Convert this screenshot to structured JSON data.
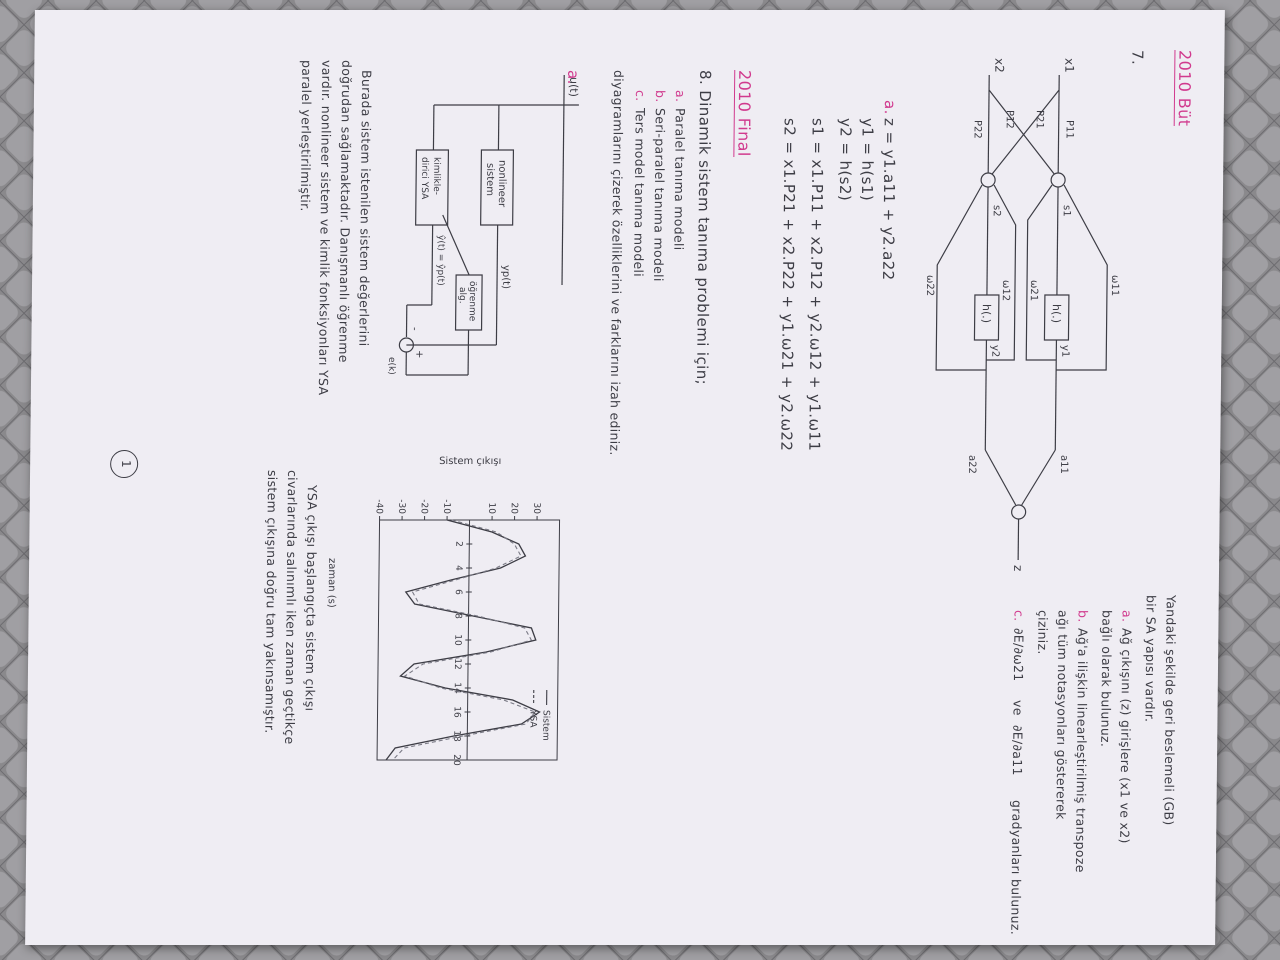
{
  "section1": {
    "title": "2010 Büt",
    "number": "7.",
    "intro": [
      "Yandaki şekilde geri beslemeli (GB)",
      "bir SA yapısı vardır."
    ],
    "qa": {
      "label": "a.",
      "text": [
        "Ağ çıkışını (z) girişlere (x1 ve x2)",
        "bağlı olarak bulunuz."
      ]
    },
    "qb": {
      "label": "b.",
      "text": [
        "Ağ'a ilişkin linearleştirilmiş transpoze",
        "ağı tüm notasyonları göstererek",
        "çiziniz."
      ]
    },
    "qc": {
      "label": "c.",
      "expr1": "∂E/∂ω21",
      "mid": "ve",
      "expr2": "∂E/∂a11",
      "tail": "gradyanları bulunuz."
    },
    "answer_a": {
      "label": "a.",
      "eq1": "z = y1.a11 + y2.a22",
      "eq2": "y1 = h(s1)",
      "eq3": "y2 = h(s2)",
      "eq4": "s1 = x1.P11 + x2.P12 + y2.ω12 + y1.ω11",
      "eq5": "s2 = x1.P21 + x2.P22 + y1.ω21 + y2.ω22"
    },
    "diagram": {
      "x1": "x1",
      "x2": "x2",
      "p11": "P11",
      "p12": "P12",
      "p21": "P21",
      "p22": "P22",
      "s1": "s1",
      "s2": "s2",
      "h1": "h(.)",
      "h2": "h(.)",
      "y1": "y1",
      "y2": "y2",
      "w11": "ω11",
      "w12": "ω12",
      "w21": "ω21",
      "w22": "ω22",
      "a11": "a11",
      "a22": "a22",
      "z": "z"
    }
  },
  "section2": {
    "title": "2010 Final",
    "question": "8. Dinamik sistem tanıma problemi için;",
    "items": [
      {
        "label": "a.",
        "text": "Paralel tanıma modeli"
      },
      {
        "label": "b.",
        "text": "Seri-paralel tanıma modeli"
      },
      {
        "label": "c.",
        "text": "Ters model tanıma modeli"
      }
    ],
    "tail": "diyagramlarını çizerek özelliklerini ve farklarını izah ediniz.",
    "answer_label": "a.",
    "block": {
      "input": "u(t)",
      "plant": [
        "nonlineer",
        "sistem"
      ],
      "plant_out": "yp(t)",
      "model": [
        "kimlikle-",
        "dirici YSA"
      ],
      "model_out": "ŷ(t) = ŷp(t)",
      "learn": [
        "öğrenme",
        "alg."
      ],
      "err": "e(k)",
      "minus": "-",
      "plus": "+"
    },
    "explanation": [
      "Burada sistem istenilen sistem değerlerini",
      "doğrudan sağlamaktadır. Danışmanlı öğrenme",
      "vardır. nonlineer sistem ve kimlik fonksiyonları YSA",
      "paralel yerleştirilmiştir."
    ]
  },
  "chart_data": {
    "type": "line",
    "title": "",
    "xlabel": "zaman (s)",
    "ylabel": "Sistem çıkışı",
    "xlim": [
      0,
      20
    ],
    "ylim": [
      -40,
      40
    ],
    "x_ticks": [
      2,
      4,
      6,
      8,
      10,
      12,
      14,
      16,
      18,
      20
    ],
    "y_ticks": [
      -40,
      -30,
      -20,
      -10,
      10,
      20,
      30
    ],
    "series": [
      {
        "name": "Sistem",
        "style": "solid",
        "x": [
          0,
          1,
          2,
          3,
          4,
          5,
          6,
          7,
          8,
          9,
          10,
          11,
          12,
          13,
          14,
          15,
          16,
          17,
          18,
          19,
          20
        ],
        "y": [
          -10,
          10,
          22,
          25,
          14,
          -8,
          -28,
          -24,
          2,
          28,
          30,
          8,
          -24,
          -30,
          -10,
          20,
          32,
          24,
          -6,
          -32,
          -36
        ]
      },
      {
        "name": "YSA",
        "style": "dashed",
        "x": [
          0,
          1,
          2,
          3,
          4,
          5,
          6,
          7,
          8,
          9,
          10,
          11,
          12,
          13,
          14,
          15,
          16,
          17,
          18,
          19,
          20
        ],
        "y": [
          -8,
          12,
          20,
          23,
          12,
          -6,
          -25,
          -22,
          4,
          25,
          28,
          10,
          -20,
          -28,
          -12,
          16,
          30,
          26,
          -2,
          -28,
          -33
        ]
      }
    ],
    "legend": [
      "Sistem",
      "YSA"
    ],
    "caption": [
      "YSA çıkışı başlangıçta sistem çıkışı",
      "civarlarında salınımlı iken zaman geçtikçe",
      "sistem çıkışına doğru tam yakınsamıştır."
    ]
  },
  "page_number": "1",
  "colors": {
    "ink": "#3d3d45",
    "pink": "#d13a8e",
    "paper": "#efedf3",
    "background": "#8d8c8f"
  }
}
